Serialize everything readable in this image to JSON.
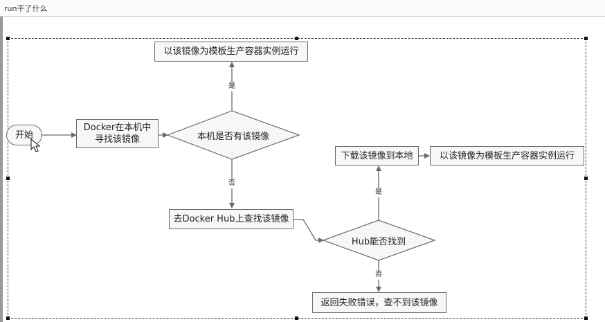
{
  "header": {
    "title": "run干了什么"
  },
  "diagram": {
    "nodes": {
      "start": "开始",
      "search_local": "Docker在本机中\n寻找该镜像",
      "has_image": "本机是否有该镜像",
      "run_top": "以该镜像为模板生产容器实例运行",
      "search_hub": "去Docker Hub上查找该镜像",
      "hub_found": "Hub能否找到",
      "download": "下载该镜像到本地",
      "run_right": "以该镜像为模板生产容器实例运行",
      "fail": "返回失败错误，查不到该镜像"
    },
    "edge_labels": {
      "yes_top": "是",
      "no_mid": "否",
      "yes_right": "是",
      "no_bottom": "否"
    }
  },
  "colors": {
    "node_fill": "#f7f7f7",
    "node_border": "#6a6a6a",
    "edge": "#6a6a6a"
  }
}
